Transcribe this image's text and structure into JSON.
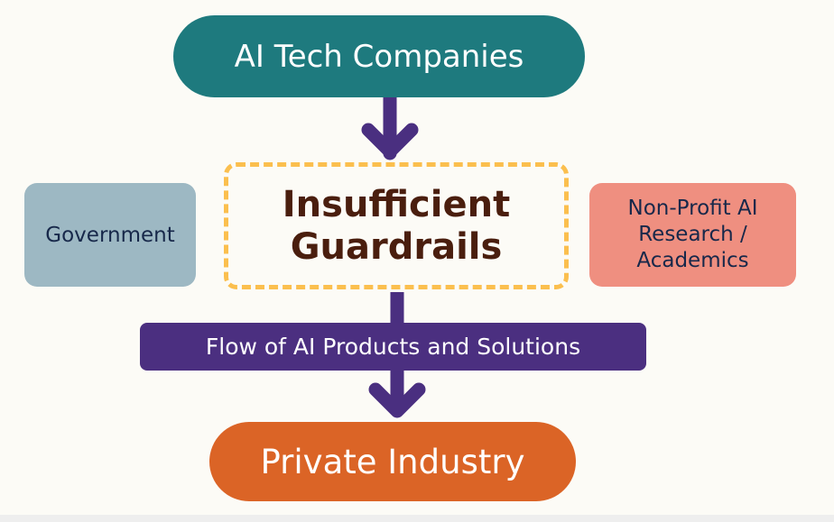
{
  "nodes": {
    "top": "AI Tech Companies",
    "center_line1": "Insufficient",
    "center_line2": "Guardrails",
    "left": "Government",
    "right_line1": "Non-Profit AI",
    "right_line2": "Research /",
    "right_line3": "Academics",
    "flow": "Flow of AI Products and Solutions",
    "bottom": "Private Industry"
  },
  "colors": {
    "top": "#1e7a7e",
    "guard_border": "#fbbf4e",
    "guard_text": "#4a1e0e",
    "government": "#9db8c3",
    "nonprofit": "#ef8f80",
    "flow": "#4b2f80",
    "bottom": "#db6426",
    "arrow": "#4a2f80"
  }
}
